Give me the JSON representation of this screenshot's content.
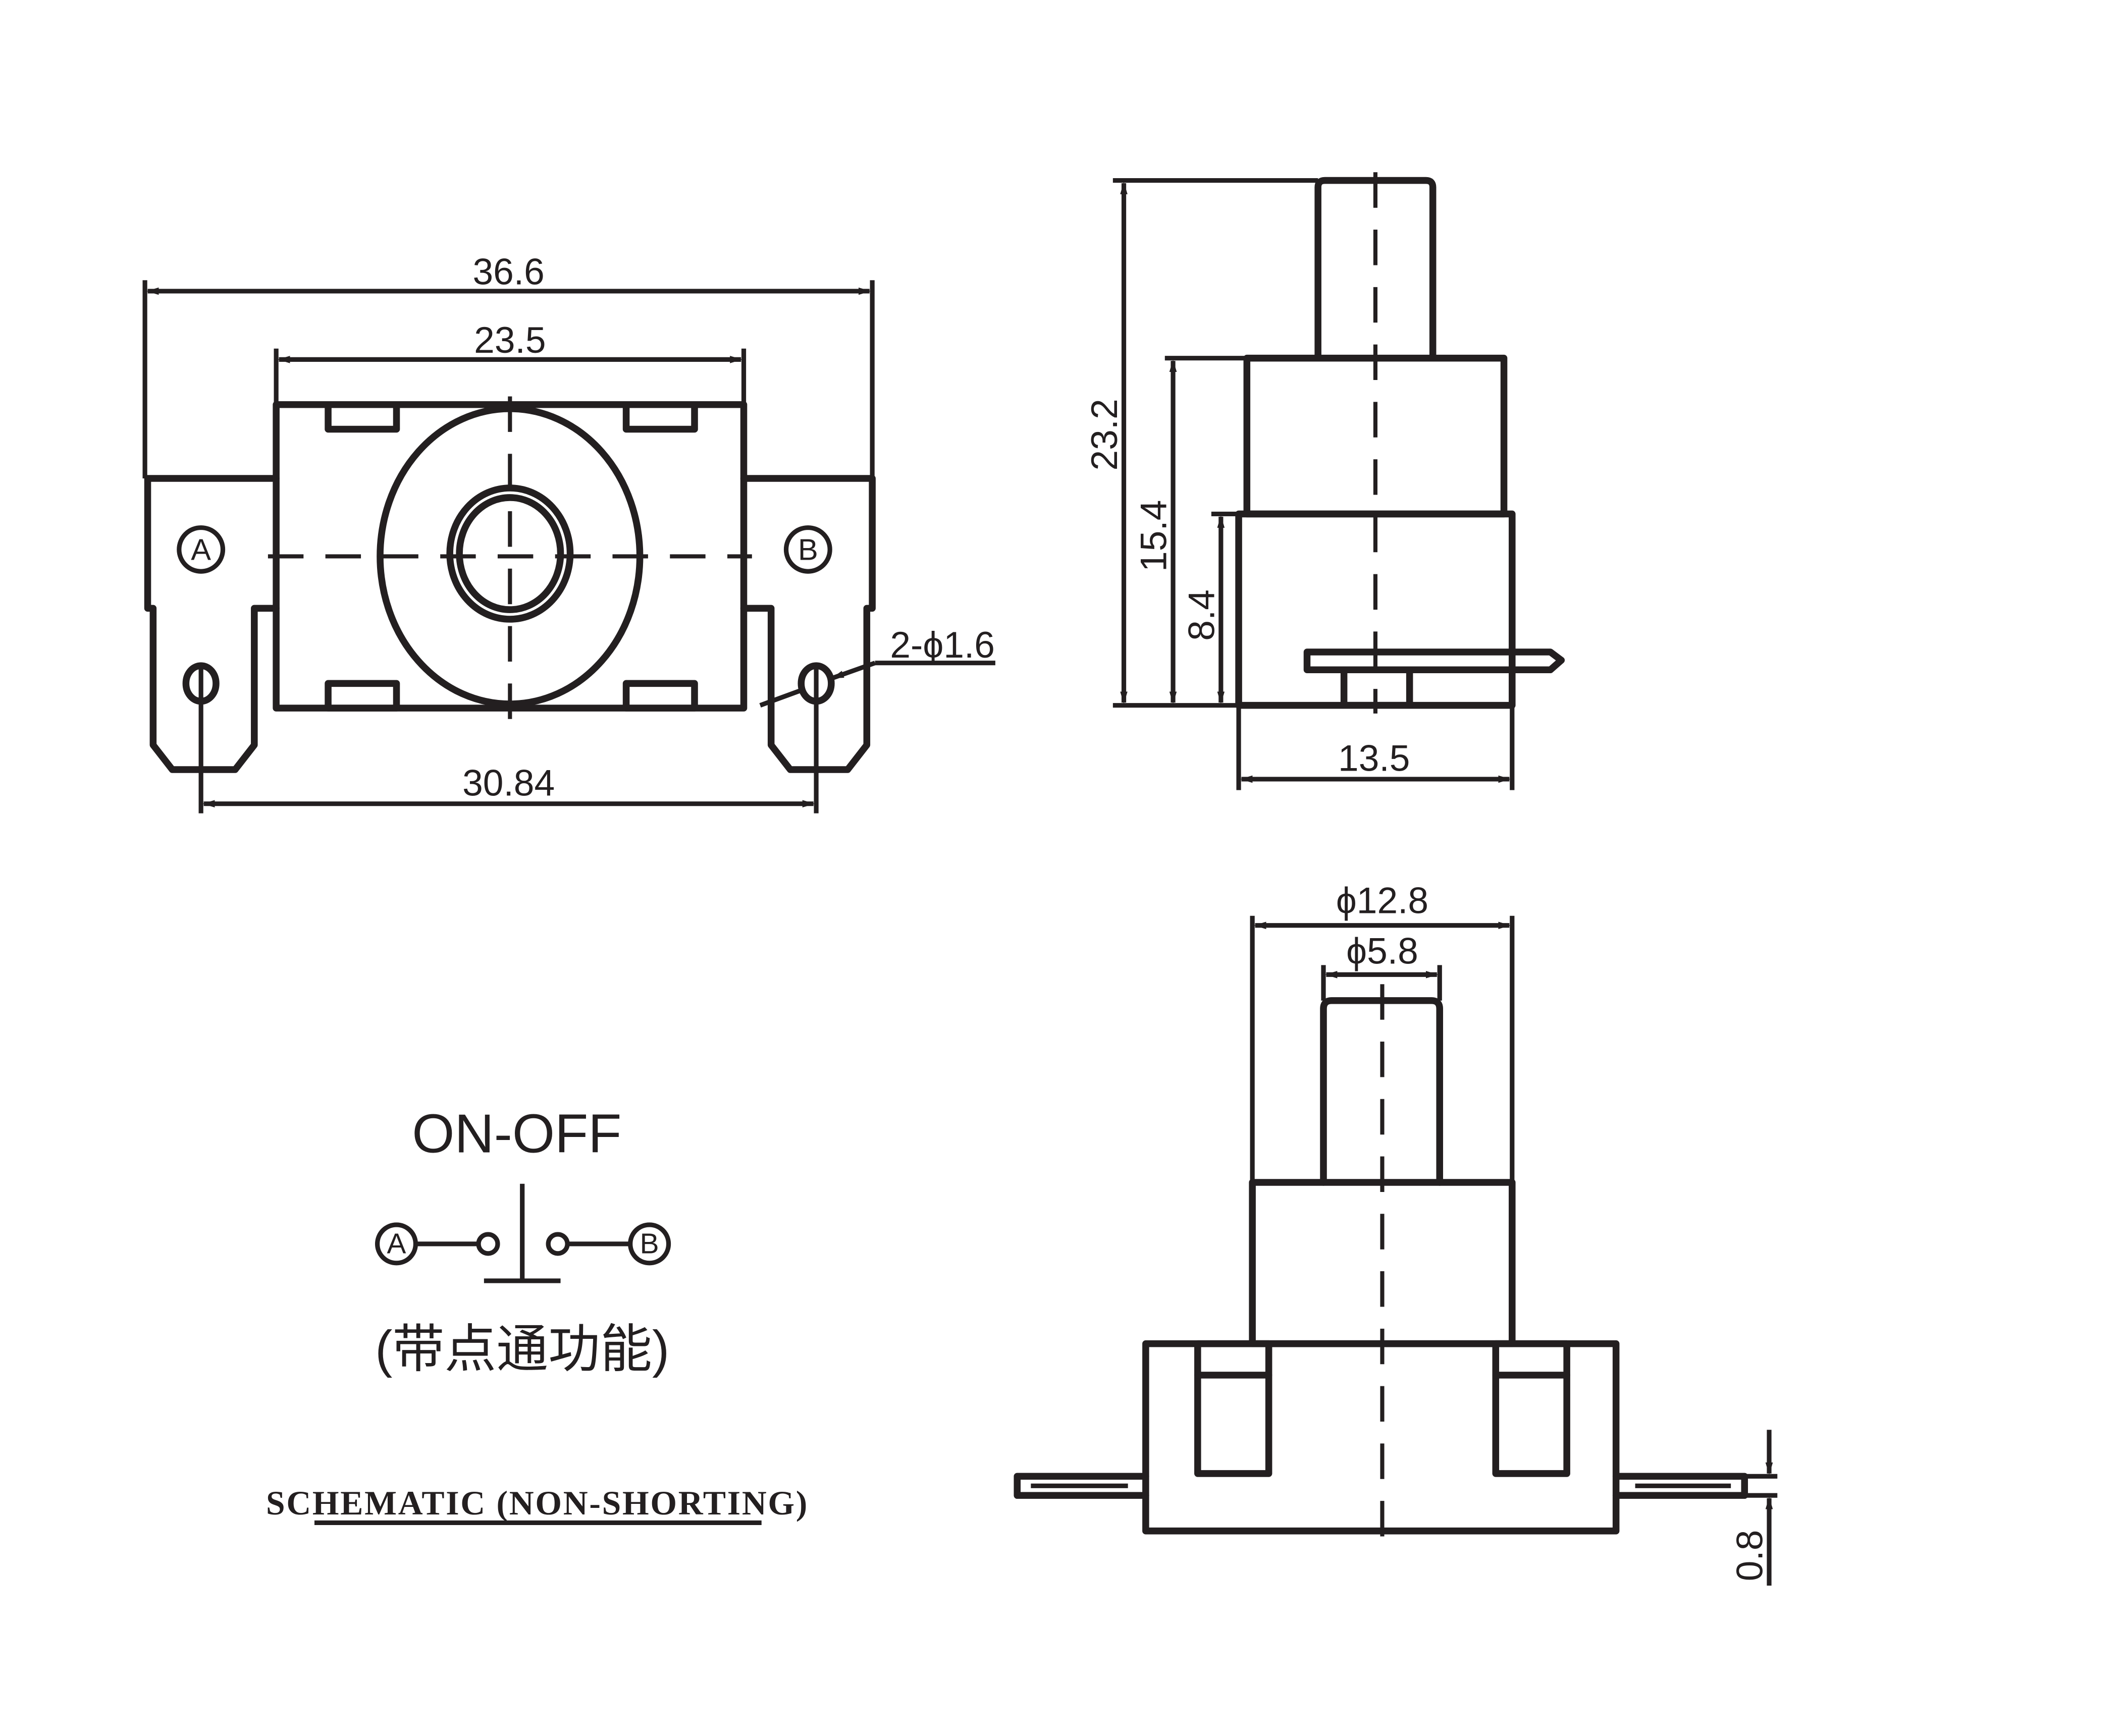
{
  "front_view": {
    "dim_overall_width": "36.6",
    "dim_body_width": "23.5",
    "dim_pin_pitch": "30.84",
    "dim_hole": "2-ϕ1.6",
    "terminal_a": "A",
    "terminal_b": "B"
  },
  "side_view": {
    "dim_total_height": "23.2",
    "dim_body_height": "15.4",
    "dim_base_height": "8.4",
    "dim_depth": "13.5"
  },
  "bottom_view": {
    "dim_outer_dia": "ϕ12.8",
    "dim_actuator_dia": "ϕ5.8",
    "dim_terminal_thickness": "0.8"
  },
  "schematic": {
    "title": "ON-OFF",
    "terminal_a": "A",
    "terminal_b": "B",
    "note_cn": "(带点通功能)",
    "caption": "SCHEMATIC (NON-SHORTING)"
  }
}
